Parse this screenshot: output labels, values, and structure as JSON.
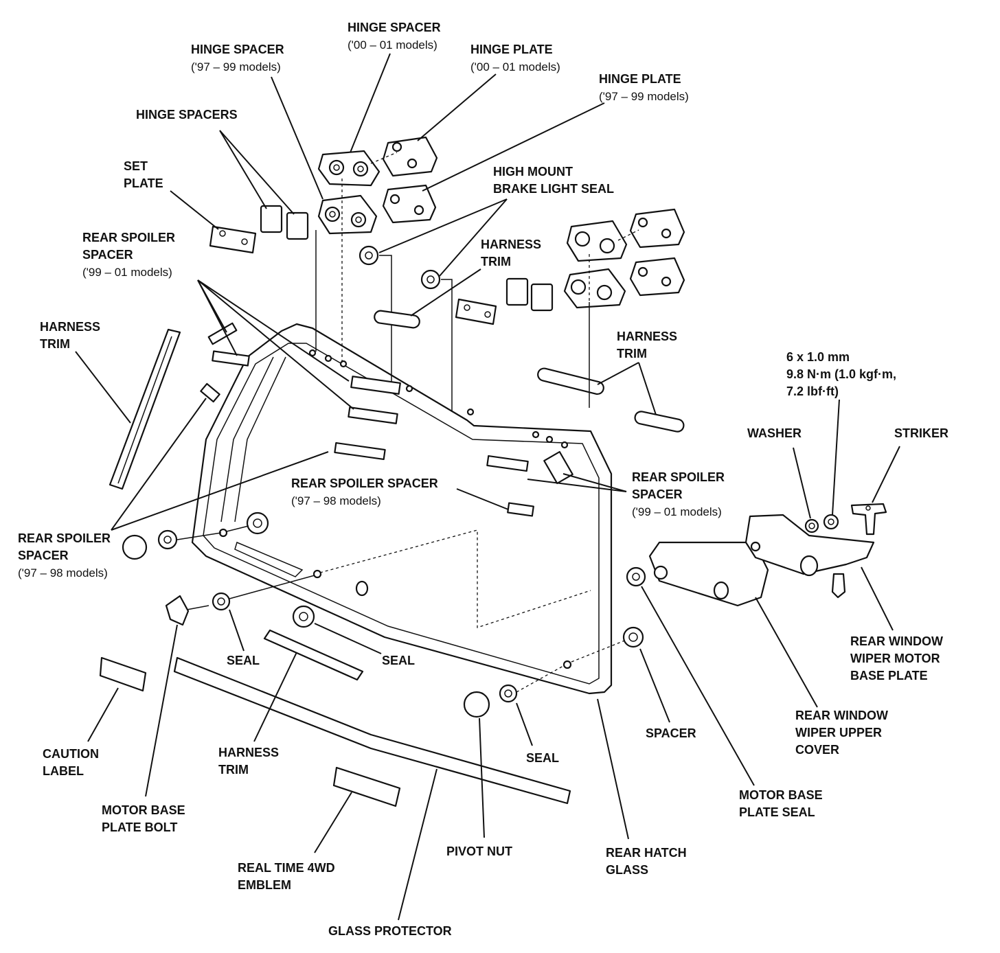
{
  "labels": {
    "hinge_spacer_00_01": {
      "line1": "HINGE SPACER",
      "line2": "('00 – 01 models)"
    },
    "hinge_spacer_97_99": {
      "line1": "HINGE SPACER",
      "line2": "('97 – 99 models)"
    },
    "hinge_plate_00_01": {
      "line1": "HINGE PLATE",
      "line2": "('00 – 01 models)"
    },
    "hinge_plate_97_99": {
      "line1": "HINGE PLATE",
      "line2": "('97 – 99 models)"
    },
    "hinge_spacers": {
      "line1": "HINGE SPACERS"
    },
    "set_plate": {
      "line1": "SET",
      "line2": "PLATE"
    },
    "high_mount_brake_light_seal": {
      "line1": "HIGH MOUNT",
      "line2": "BRAKE LIGHT SEAL"
    },
    "rear_spoiler_spacer_99_01_left": {
      "line1": "REAR SPOILER",
      "line2": "SPACER",
      "line3": "('99 – 01 models)"
    },
    "harness_trim_top": {
      "line1": "HARNESS",
      "line2": "TRIM"
    },
    "harness_trim_left": {
      "line1": "HARNESS",
      "line2": "TRIM"
    },
    "harness_trim_right": {
      "line1": "HARNESS",
      "line2": "TRIM"
    },
    "torque_spec": {
      "line1": "6 x 1.0 mm",
      "line2": "9.8 N·m (1.0 kgf·m,",
      "line3": "7.2 lbf·ft)"
    },
    "washer": {
      "line1": "WASHER"
    },
    "striker": {
      "line1": "STRIKER"
    },
    "rear_spoiler_spacer_97_98_center": {
      "line1": "REAR SPOILER SPACER",
      "line2": "('97 – 98 models)"
    },
    "rear_spoiler_spacer_99_01_right": {
      "line1": "REAR SPOILER",
      "line2": "SPACER",
      "line3": "('99 – 01 models)"
    },
    "rear_spoiler_spacer_97_98_left": {
      "line1": "REAR SPOILER",
      "line2": "SPACER",
      "line3": "('97 – 98 models)"
    },
    "seal_left": {
      "line1": "SEAL"
    },
    "seal_center": {
      "line1": "SEAL"
    },
    "seal_bottom": {
      "line1": "SEAL"
    },
    "rear_window_wiper_motor_base_plate": {
      "line1": "REAR WINDOW",
      "line2": "WIPER MOTOR",
      "line3": "BASE PLATE"
    },
    "rear_window_wiper_upper_cover": {
      "line1": "REAR WINDOW",
      "line2": "WIPER UPPER",
      "line3": "COVER"
    },
    "caution_label": {
      "line1": "CAUTION",
      "line2": "LABEL"
    },
    "harness_trim_bottom": {
      "line1": "HARNESS",
      "line2": "TRIM"
    },
    "spacer": {
      "line1": "SPACER"
    },
    "motor_base_plate_seal": {
      "line1": "MOTOR BASE",
      "line2": "PLATE SEAL"
    },
    "motor_base_plate_bolt": {
      "line1": "MOTOR BASE",
      "line2": "PLATE BOLT"
    },
    "pivot_nut": {
      "line1": "PIVOT NUT"
    },
    "rear_hatch_glass": {
      "line1": "REAR HATCH",
      "line2": "GLASS"
    },
    "real_time_4wd_emblem": {
      "line1": "REAL TIME 4WD",
      "line2": "EMBLEM"
    },
    "glass_protector": {
      "line1": "GLASS PROTECTOR"
    }
  }
}
